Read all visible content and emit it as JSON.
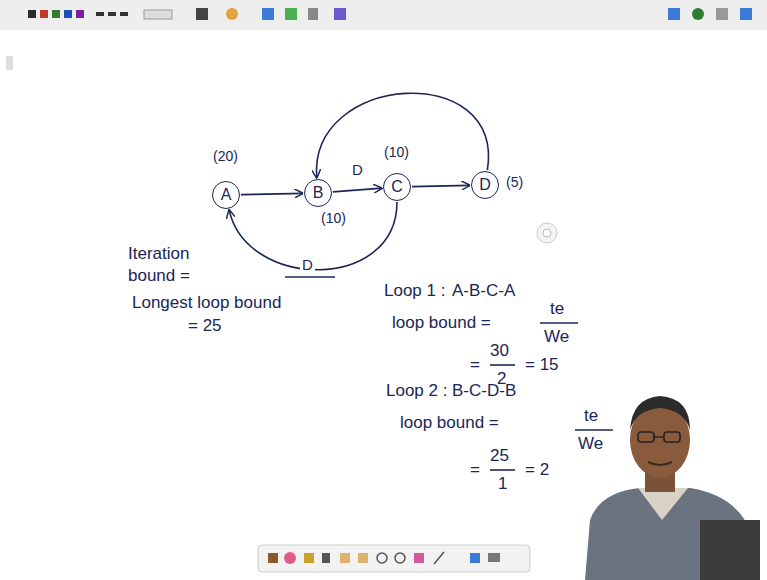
{
  "diagram": {
    "nodes": [
      {
        "text": [
          "A",
          "(20)"
        ]
      },
      {
        "text": [
          "B",
          "(10)"
        ]
      },
      {
        "text": [
          "C",
          "(10)"
        ]
      },
      {
        "text": [
          "D",
          "(5)"
        ]
      }
    ],
    "edges": [
      {
        "from": 0,
        "to": 1,
        "arrow": "to"
      },
      {
        "from": 1,
        "to": 2,
        "label": "D",
        "arrow": "to"
      },
      {
        "from": 2,
        "to": 3,
        "arrow": "to"
      },
      {
        "from": 3,
        "to": 1,
        "arrow": "to"
      },
      {
        "from": 2,
        "to": 0,
        "label": "D",
        "arrow": "to"
      }
    ],
    "labels": [
      "Iteration bound =",
      "Longest loop bound",
      "= 25",
      "Loop 1 :",
      "A-B-C-A",
      "loop bound =",
      "te",
      "We",
      "=",
      "30",
      "2",
      "= 15",
      "Loop 2 :",
      "B-C-D-B",
      "loop bound =",
      "te",
      "We",
      "=",
      "25",
      "1",
      "= 2"
    ]
  }
}
